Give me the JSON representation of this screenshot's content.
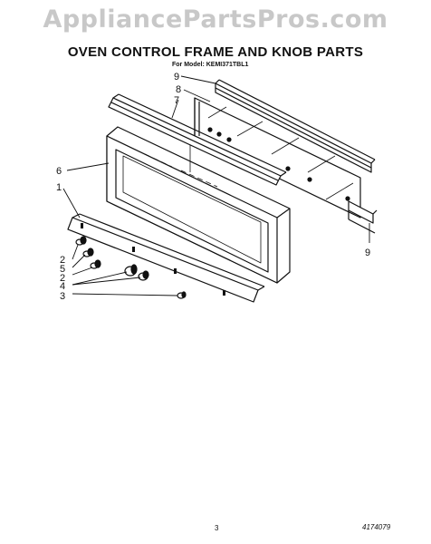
{
  "watermark": "AppliancePartsPros.com",
  "title": "OVEN CONTROL FRAME AND KNOB PARTS",
  "model_line": "For Model: KEMI371TBL1",
  "callouts": {
    "c9_top": "9",
    "c8": "8",
    "c7": "7",
    "c6": "6",
    "c1": "1",
    "c2a": "2",
    "c5": "5",
    "c2b": "2",
    "c4": "4",
    "c3": "3",
    "c9_bottom": "9"
  },
  "page_number": "3",
  "document_number": "4174079"
}
